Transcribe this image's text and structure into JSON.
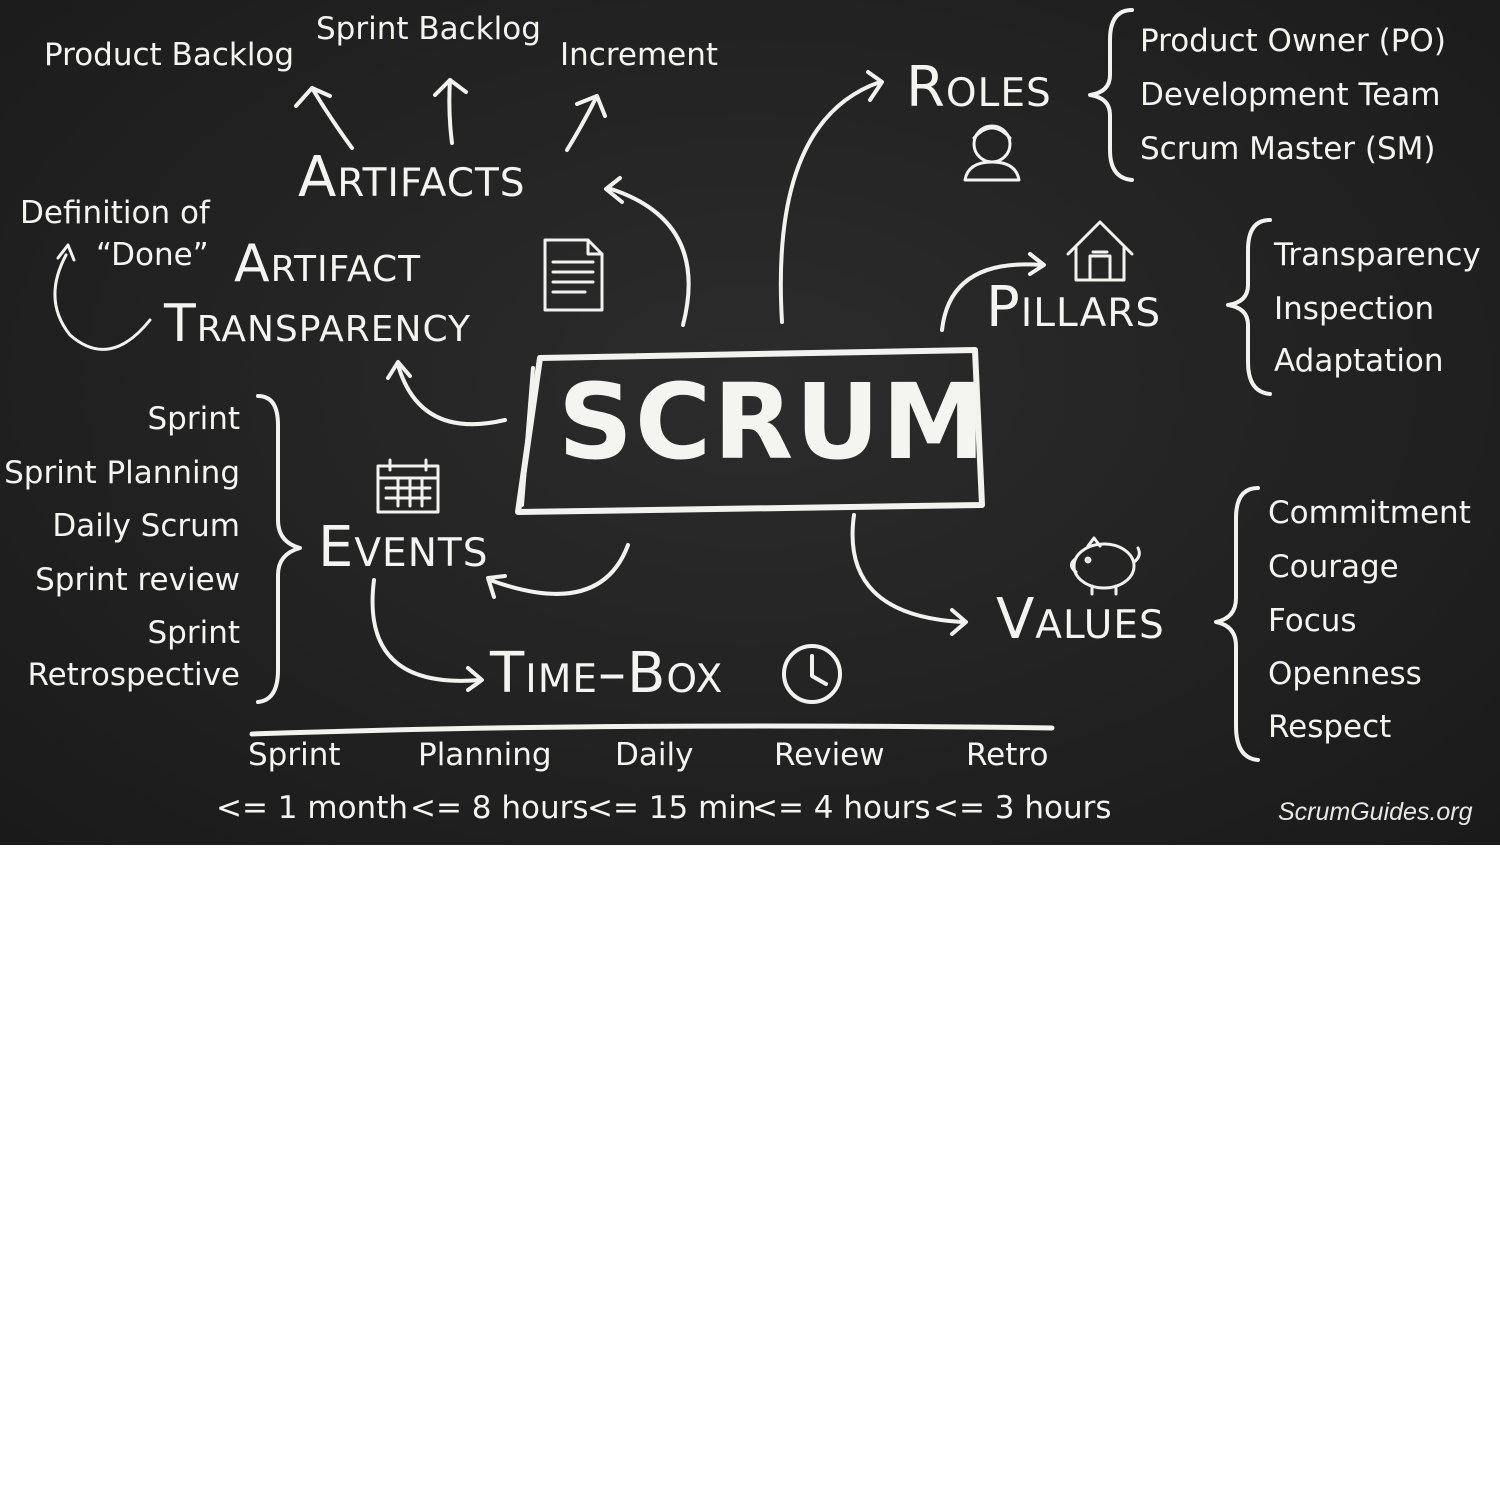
{
  "center": {
    "title": "SCRUM"
  },
  "artifacts": {
    "title": "Artifacts",
    "items": [
      "Product Backlog",
      "Sprint Backlog",
      "Increment"
    ],
    "transparency_title_1": "Artifact",
    "transparency_title_2": "Transparency",
    "dod_line_1": "Definition of",
    "dod_line_2": "“Done”"
  },
  "roles": {
    "title": "Roles",
    "items": [
      "Product Owner (PO)",
      "Development Team",
      "Scrum Master (SM)"
    ]
  },
  "pillars": {
    "title": "Pillars",
    "items": [
      "Transparency",
      "Inspection",
      "Adaptation"
    ]
  },
  "events": {
    "title": "Events",
    "items": [
      "Sprint",
      "Sprint Planning",
      "Daily Scrum",
      "Sprint review",
      "Sprint",
      "Retrospective"
    ]
  },
  "values": {
    "title": "Values",
    "items": [
      "Commitment",
      "Courage",
      "Focus",
      "Openness",
      "Respect"
    ]
  },
  "timebox": {
    "title": "Time–Box",
    "columns": [
      {
        "name": "Sprint",
        "limit": "<= 1 month"
      },
      {
        "name": "Planning",
        "limit": "<= 8 hours"
      },
      {
        "name": "Daily",
        "limit": "<= 15 min"
      },
      {
        "name": "Review",
        "limit": "<= 4 hours"
      },
      {
        "name": "Retro",
        "limit": "<= 3 hours"
      }
    ]
  },
  "credit": "ScrumGuides.org",
  "icons": [
    "person-icon",
    "document-icon",
    "house-icon",
    "calendar-icon",
    "piggy-bank-icon",
    "clock-icon"
  ],
  "colors": {
    "board": "#222222",
    "chalk": "#f2f2ee"
  }
}
